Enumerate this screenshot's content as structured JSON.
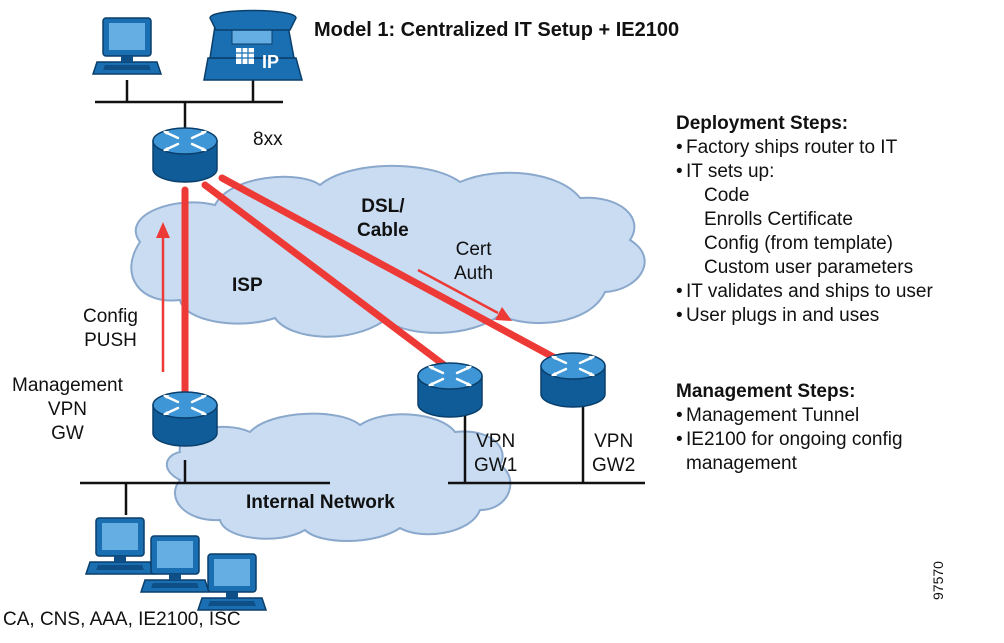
{
  "title": "Model 1: Centralized IT Setup + IE2100",
  "labels": {
    "router_model": "8xx",
    "dsl_line1": "DSL/",
    "dsl_line2": "Cable",
    "cert_line1": "Cert",
    "cert_line2": "Auth",
    "isp": "ISP",
    "config_line1": "Config",
    "config_line2": "PUSH",
    "mgmt_line1": "Management",
    "mgmt_line2": "VPN",
    "mgmt_line3": "GW",
    "gw1_line1": "VPN",
    "gw1_line2": "GW1",
    "gw2_line1": "VPN",
    "gw2_line2": "GW2",
    "internal_network": "Internal Network",
    "servers": "CA, CNS, AAA, IE2100, ISC",
    "phone_badge": "IP",
    "figure_number": "97570"
  },
  "deployment": {
    "heading": "Deployment Steps:",
    "items": [
      "Factory ships router to IT",
      "IT sets up:"
    ],
    "subitems": [
      "Code",
      "Enrolls Certificate",
      "Config (from template)",
      "Custom user parameters"
    ],
    "items_after": [
      "IT validates and ships to user",
      "User plugs in and uses"
    ]
  },
  "management": {
    "heading": "Management Steps:",
    "items": [
      "Management Tunnel",
      "IE2100 for ongoing config"
    ],
    "continuation": "management"
  },
  "colors": {
    "cloud_fill": "#c9dcf2",
    "cloud_stroke": "#8aa8cc",
    "router_blue": "#1a75b8",
    "router_dark": "#0d4f86",
    "red_link": "#ee3a36",
    "pc_blue": "#1a6fb2"
  }
}
